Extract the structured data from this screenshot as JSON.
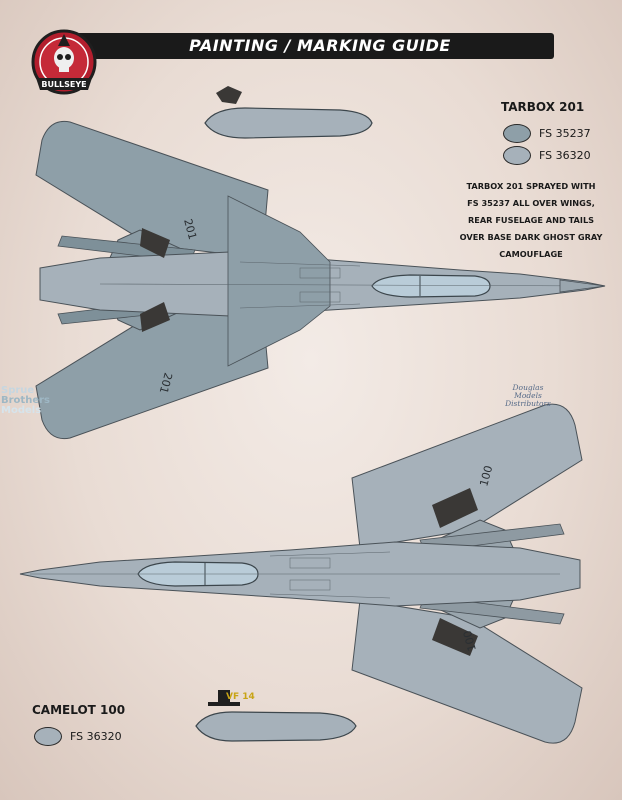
{
  "header": {
    "title": "PAINTING / MARKING GUIDE"
  },
  "logo": {
    "icon": "skull-roundel-logo",
    "text": "BULLSEYE",
    "colors": {
      "red": "#b31e2d",
      "dark": "#1f1f1f"
    }
  },
  "tarbox": {
    "title": "TARBOX 201",
    "swatches": [
      {
        "label": "FS 35237",
        "color": "#8e9fa8"
      },
      {
        "label": "FS 36320",
        "color": "#a6b1ba"
      }
    ],
    "note": [
      "TARBOX 201 SPRAYED WITH",
      "FS 35237 ALL OVER WINGS,",
      "REAR FUSELAGE AND TAILS",
      "OVER BASE DARK GHOST GRAY",
      "CAMOUFLAGE"
    ],
    "tail_numbers": [
      "201",
      "201"
    ]
  },
  "camelot": {
    "title": "CAMELOT 100",
    "swatches": [
      {
        "label": "FS 36320",
        "color": "#a6b1ba"
      }
    ],
    "tail_numbers": [
      "100",
      "100"
    ],
    "squadron_text": "VF 14"
  },
  "watermarks": {
    "sprue": [
      "Sprue",
      "Brothers",
      "Models"
    ],
    "douglas": [
      "Douglas",
      "Models",
      "Distributors"
    ]
  },
  "colors": {
    "title_bar": "#1a1a1a",
    "ghost_gray": "#a6b1ba",
    "fs35237": "#8e9fa8",
    "canopy": "#b9ccd8",
    "shadow": "#3a3836"
  }
}
